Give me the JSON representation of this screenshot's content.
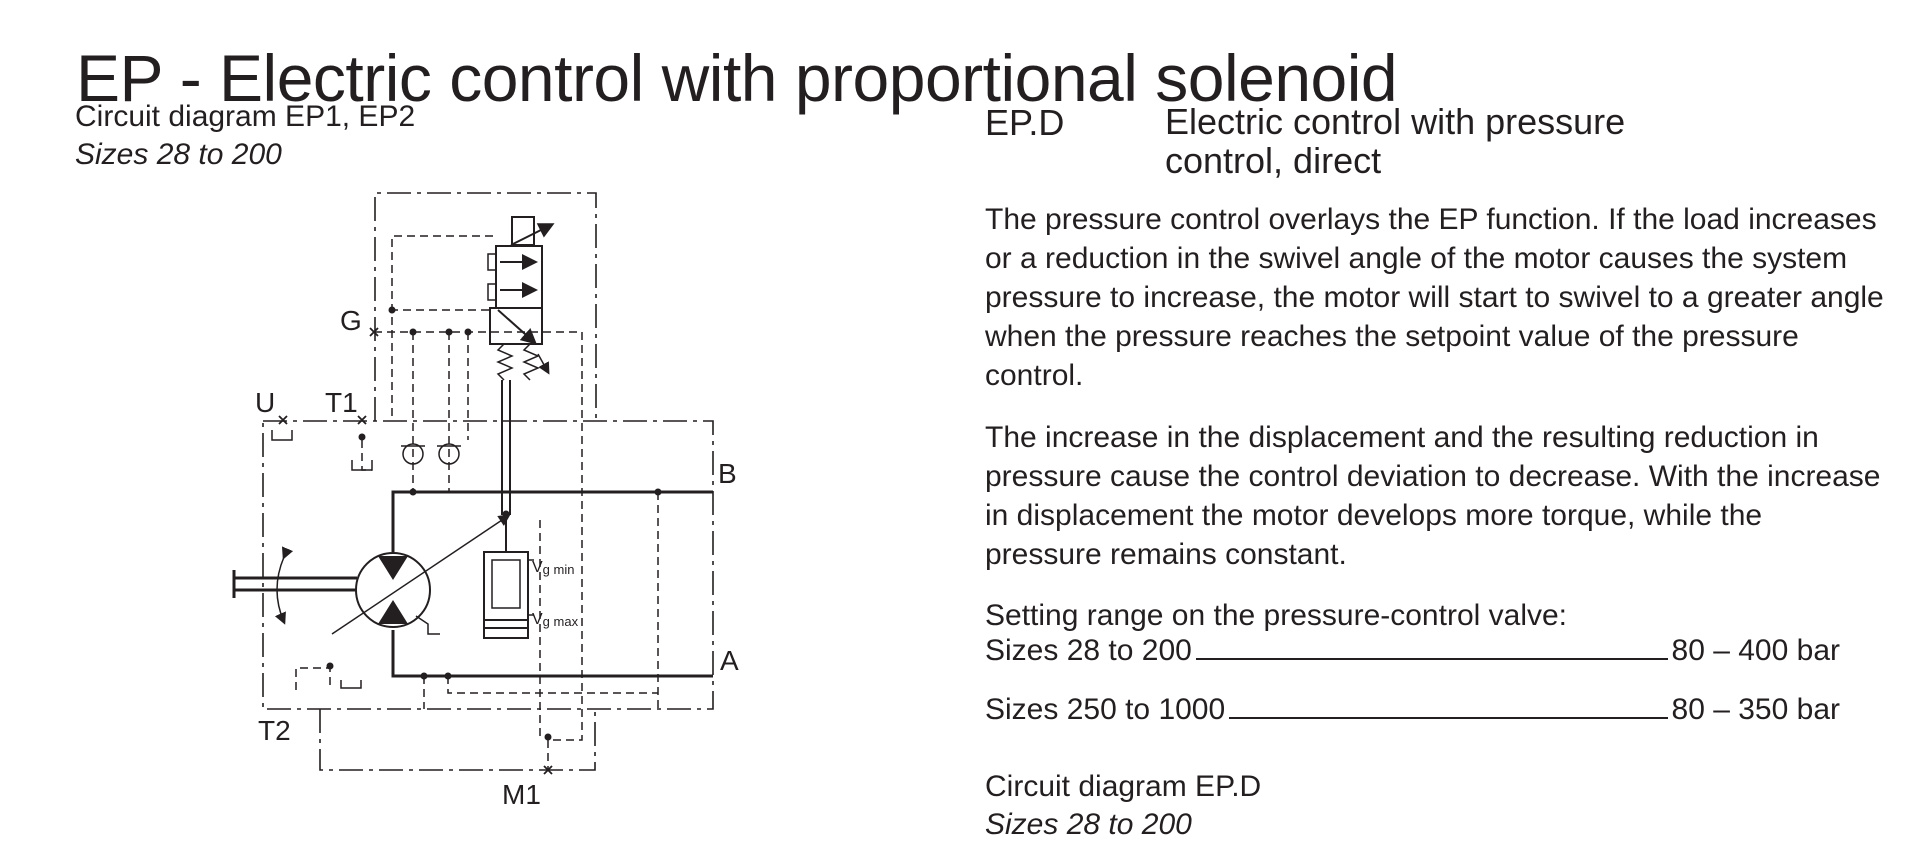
{
  "page_title": "EP - Electric control with proportional solenoid",
  "left": {
    "caption": "Circuit diagram EP1, EP2",
    "subcaption": "Sizes 28 to 200",
    "labels": {
      "G": "G",
      "U": "U",
      "T1": "T1",
      "T2": "T2",
      "B": "B",
      "A": "A",
      "M1": "M1",
      "vg_min_sym": "V",
      "vg_min_sub": "g min",
      "vg_max_sym": "V",
      "vg_max_sub": "g max"
    }
  },
  "right": {
    "section_code": "EP.D",
    "section_title": "Electric control with pressure control, direct",
    "paragraph1": "The pressure control overlays the EP function. If the load increases or a reduction in the swivel angle of the motor causes the system pressure to increase, the motor will start to swivel to a greater angle when the pressure reaches the setpoint value of the pressure control.",
    "paragraph2": "The increase in the displacement and the resulting reduction in pressure cause the control deviation to decrease. With the increase in displacement the motor develops more torque, while the pressure remains constant.",
    "setting_heading": "Setting range on the pressure-control valve:",
    "settings": [
      {
        "label": "Sizes 28 to 200",
        "value": "80 – 400 bar"
      },
      {
        "label": "Sizes 250 to 1000",
        "value": "80 – 350 bar"
      }
    ],
    "caption": "Circuit diagram EP.D",
    "subcaption": "Sizes 28 to 200"
  }
}
